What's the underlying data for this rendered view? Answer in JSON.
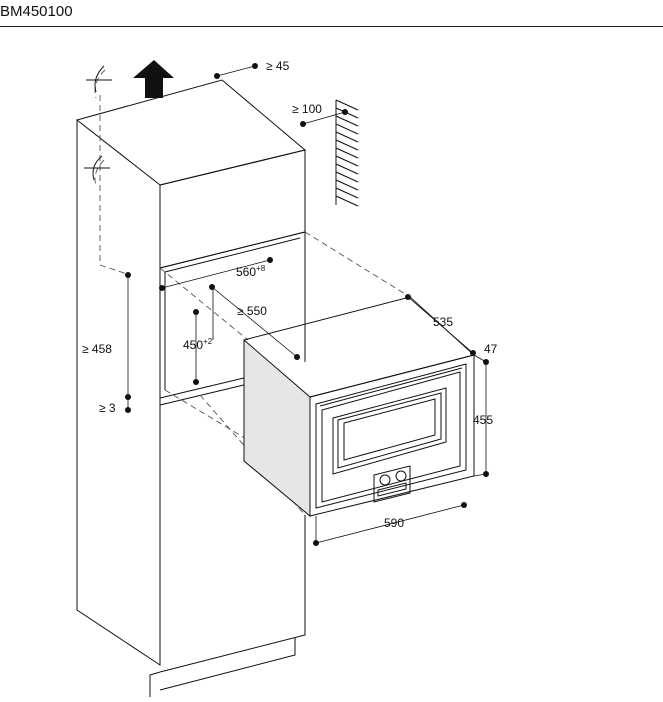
{
  "header": {
    "model": "BM450100"
  },
  "dimensions": {
    "top_clearance": "≥ 45",
    "wall_clearance": "≥ 100",
    "niche_width": "560",
    "niche_width_tol": "+8",
    "niche_depth": "≥ 550",
    "niche_height": "450",
    "niche_height_tol": "+2",
    "opening_height": "≥ 458",
    "bottom_gap": "≥ 3",
    "appliance_depth": "535",
    "front_depth": "47",
    "appliance_height": "455",
    "appliance_width": "590"
  },
  "colors": {
    "line": "#111111",
    "appliance_side": "#e6e6e6"
  }
}
